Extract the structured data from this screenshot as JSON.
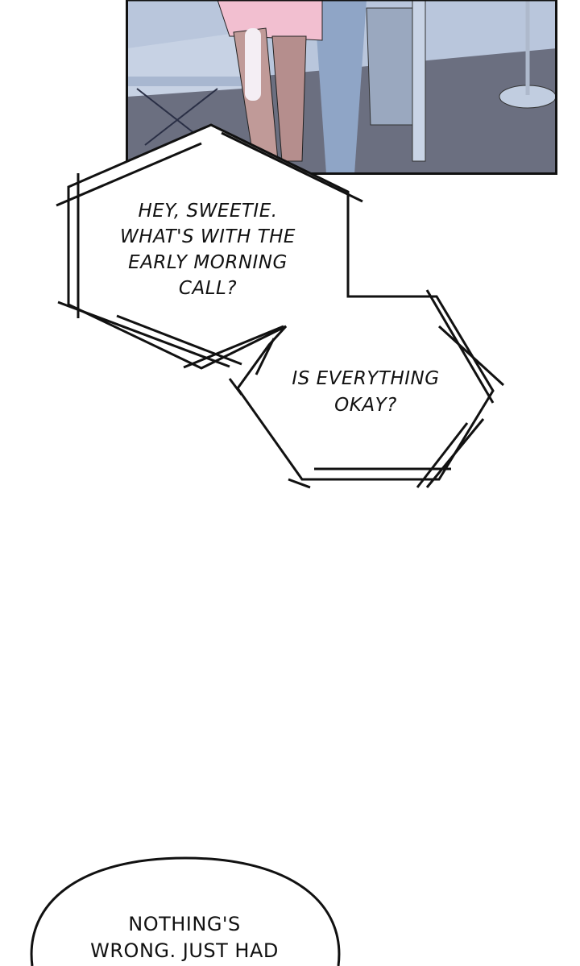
{
  "panel": {
    "description_colors": {
      "wall": "#b9c6dc",
      "floor": "#6b6f80",
      "skirt": "#f2bfd0",
      "skin": "#c09a98",
      "border": "#111111"
    }
  },
  "bubbles": [
    {
      "lines": [
        "HEY, SWEETIE.",
        "WHAT'S WITH THE",
        "EARLY MORNING",
        "CALL?"
      ]
    },
    {
      "lines": [
        "IS EVERYTHING",
        "OKAY?"
      ]
    },
    {
      "lines": [
        "NOTHING'S",
        "WRONG. JUST HAD"
      ]
    }
  ]
}
